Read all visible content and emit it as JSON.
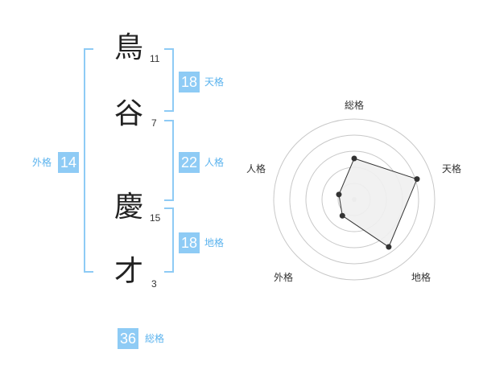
{
  "name": {
    "chars": [
      {
        "char": "鳥",
        "strokes": "11"
      },
      {
        "char": "谷",
        "strokes": "7"
      },
      {
        "char": "慶",
        "strokes": "15"
      },
      {
        "char": "才",
        "strokes": "3"
      }
    ]
  },
  "kakusu": {
    "tenkaku": {
      "value": "18",
      "label": "天格"
    },
    "jinkaku": {
      "value": "22",
      "label": "人格"
    },
    "chikaku": {
      "value": "18",
      "label": "地格"
    },
    "gaikaku": {
      "value": "14",
      "label": "外格"
    },
    "soukaku": {
      "value": "36",
      "label": "総格"
    }
  },
  "radar": {
    "axes": [
      "総格",
      "天格",
      "地格",
      "外格",
      "人格"
    ],
    "values": [
      0.51,
      0.82,
      0.73,
      0.25,
      0.2
    ],
    "colors": {
      "fill": "#f0f0f0",
      "stroke": "#333333",
      "grid": "#c8c8c8",
      "accent": "#8ecbf5"
    }
  }
}
